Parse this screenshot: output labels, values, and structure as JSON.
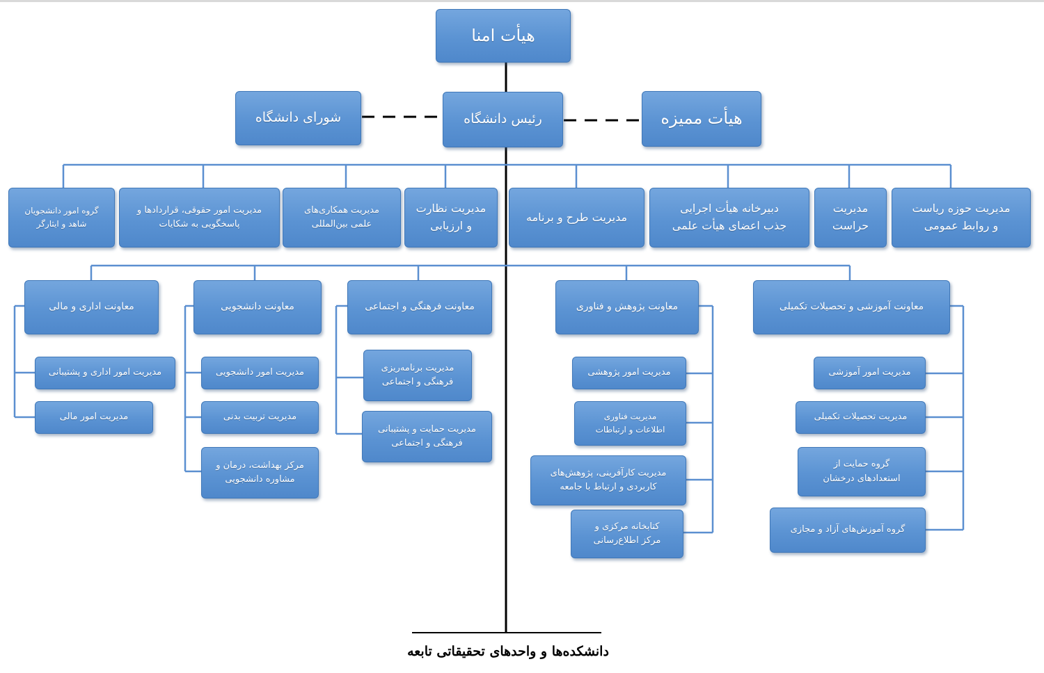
{
  "top": {
    "board_of_trustees": "هیأت امنا",
    "university_president": "رئیس دانشگاه",
    "university_council": "شورای دانشگاه",
    "audit_board": "هیأت ممیزه"
  },
  "direct_units": [
    [
      "گروه امور دانشجویان",
      "شاهد و ایثارگر"
    ],
    [
      "مدیریت امور حقوقی، قراردادها و",
      "پاسخگویی به شکایات"
    ],
    [
      "مدیریت همکاری‌های",
      "علمی بین‌المللی"
    ],
    [
      "مدیریت نظارت",
      "و ارزیابی"
    ],
    [
      "مدیریت طرح و برنامه"
    ],
    [
      "دبیرخانه هیأت اجرایی",
      "جذب اعضای هیأت علمی"
    ],
    [
      "مدیریت",
      "حراست"
    ],
    [
      "مدیریت حوزه ریاست",
      "و روابط عمومی"
    ]
  ],
  "vice_presidencies": [
    {
      "title": "معاونت اداری و مالی",
      "units": [
        [
          "مدیریت امور اداری و پشتیبانی"
        ],
        [
          "مدیریت امور مالی"
        ]
      ]
    },
    {
      "title": "معاونت دانشجویی",
      "units": [
        [
          "مدیریت امور دانشجویی"
        ],
        [
          "مدیریت تربیت بدنی"
        ],
        [
          "مرکز بهداشت، درمان و",
          "مشاوره دانشجویی"
        ]
      ]
    },
    {
      "title": "معاونت فرهنگی و اجتماعی",
      "units": [
        [
          "مدیریت برنامه‌ریزی",
          "فرهنگی و اجتماعی"
        ],
        [
          "مدیریت حمایت و پشتیبانی",
          "فرهنگی و اجتماعی"
        ]
      ]
    },
    {
      "title": "معاونت پژوهش و فناوری",
      "units": [
        [
          "مدیریت امور پژوهشی"
        ],
        [
          "مدیریت فناوری",
          "اطلاعات و ارتباطات"
        ],
        [
          "مدیریت کارآفرینی، پژوهش‌های",
          "کاربردی و ارتباط با جامعه"
        ],
        [
          "کتابخانه مرکزی و",
          "مرکز اطلاع‌رسانی"
        ]
      ]
    },
    {
      "title": "معاونت آموزشی و تحصیلات تکمیلی",
      "units": [
        [
          "مدیریت امور آموزشی"
        ],
        [
          "مدیریت تحصیلات تکمیلی"
        ],
        [
          "گروه حمایت از",
          "استعدادهای درخشان"
        ],
        [
          "گروه آموزش‌های آزاد و مجازی"
        ]
      ]
    }
  ],
  "footer": "دانشکده‌ها و واحدهای تحقیقاتی تابعه",
  "colors": {
    "box_fill": "#5b93d3",
    "box_border": "#3f77b8",
    "line": "#5b8fd0",
    "spine": "#000000"
  }
}
